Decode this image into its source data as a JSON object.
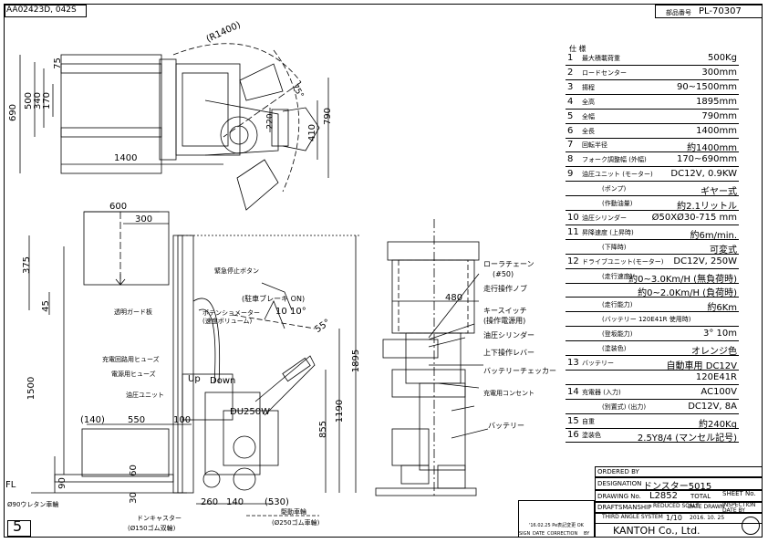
{
  "header": {
    "doc_id": "AA02423D, 042S",
    "part_no_label": "部品番号",
    "part_no": "PL-70307"
  },
  "sheet_marker": "5",
  "dims": {
    "r1400": "(R1400)",
    "d690": "690",
    "d500": "500",
    "d340": "340",
    "d170": "170",
    "d75": "75",
    "d1400": "1400",
    "d220": "220",
    "d410": "410",
    "d790": "790",
    "a75": "75°",
    "d600": "600",
    "d300": "300",
    "d375": "375",
    "d45": "45",
    "d1500": "1500",
    "d140a": "(140)",
    "d550": "550",
    "d100": "100",
    "d60": "60",
    "d30": "30",
    "d90": "90",
    "d260": "260",
    "d140b": "140",
    "d530": "(530)",
    "d855": "855",
    "d1190": "1190",
    "d1895": "1895",
    "d480": "480",
    "a1010": "10",
    "a10": "10°",
    "a55": "55°",
    "fl": "FL"
  },
  "labels": {
    "emergency": "緊急停止ボタン",
    "brake": "(駐車ブレーキ ON)",
    "pot": "ポテンショメーター\n(速度ボリューム)",
    "guard": "透明ガード板",
    "charge_fuse": "充電回路用ヒューズ",
    "power_fuse": "電源用ヒューズ",
    "hyd_unit": "油圧ユニット",
    "up": "Up",
    "down": "Down",
    "model": "DU250W",
    "wheel90": "Ø90ウレタン車輪",
    "caster": "ドンキャスター",
    "caster2": "(Ø150ゴム双輪)",
    "drive": "駆動車輪",
    "drive2": "(Ø250ゴム車輪)",
    "roller": "ローラチェーン",
    "roller2": "(#50)",
    "knob": "走行操作ノブ",
    "key": "キースイッチ",
    "key2": "(操作電源用)",
    "cyl": "油圧シリンダー",
    "lever": "上下操作レバー",
    "checker": "バッテリーチェッカー",
    "outlet": "充電用コンセント",
    "battery": "バッテリー"
  },
  "spec": {
    "title": "仕 様",
    "rows": [
      {
        "n": "1",
        "label": "最大積載荷重",
        "value": "500Kg"
      },
      {
        "n": "2",
        "label": "ロードセンター",
        "value": "300mm"
      },
      {
        "n": "3",
        "label": "揚程",
        "value": "90~1500mm"
      },
      {
        "n": "4",
        "label": "全高",
        "value": "1895mm"
      },
      {
        "n": "5",
        "label": "全幅",
        "value": "790mm"
      },
      {
        "n": "6",
        "label": "全長",
        "value": "1400mm"
      },
      {
        "n": "7",
        "label": "回転半径",
        "value": "約1400mm"
      },
      {
        "n": "8",
        "label": "フォーク調整幅 (外幅)",
        "value": "170~690mm"
      },
      {
        "n": "9",
        "label": "油圧ユニット (モーター)",
        "value": "DC12V, 0.9KW"
      },
      {
        "n": "",
        "label": "(ポンプ)",
        "value": "ギヤー式"
      },
      {
        "n": "",
        "label": "(作動油量)",
        "value": "約2.1リットル"
      },
      {
        "n": "10",
        "label": "油圧シリンダー",
        "value": "Ø50XØ30-715 mm"
      },
      {
        "n": "11",
        "label": "昇降速度 (上昇時)",
        "value": "約6m/min."
      },
      {
        "n": "",
        "label": "(下降時)",
        "value": "可変式"
      },
      {
        "n": "12",
        "label": "ドライブユニット(モーター)",
        "value": "DC12V, 250W"
      },
      {
        "n": "",
        "label": "(走行速度)",
        "value": "約0~3.0Km/H (無負荷時)"
      },
      {
        "n": "",
        "label": "",
        "value": "約0~2.0Km/H (負荷時)"
      },
      {
        "n": "",
        "label": "(走行能力)",
        "value": "約6Km"
      },
      {
        "n": "",
        "label": "(バッテリー 120E41R 使用時)",
        "value": ""
      },
      {
        "n": "",
        "label": "(登坂能力)",
        "value": "3° 10m"
      },
      {
        "n": "",
        "label": "(塗装色)",
        "value": "オレンジ色"
      },
      {
        "n": "13",
        "label": "バッテリー",
        "value": "自動車用 DC12V"
      },
      {
        "n": "",
        "label": "",
        "value": "120E41R"
      },
      {
        "n": "14",
        "label": "充電器 (入力)",
        "value": "AC100V"
      },
      {
        "n": "",
        "label": "(別置式) (出力)",
        "value": "DC12V, 8A"
      },
      {
        "n": "15",
        "label": "自重",
        "value": "約240Kg"
      },
      {
        "n": "16",
        "label": "塗装色",
        "value": "2.5Y8/4 (マンセル記号)"
      }
    ]
  },
  "titleblock": {
    "ordered_by": "ORDERED BY",
    "designation_label": "DESIGNATION",
    "designation": "ドンスター5015",
    "drawing_no_label": "DRAWING No.",
    "drawing_no": "L2852",
    "total": "TOTAL",
    "sheet": "SHEET No.",
    "draftsmanship": "DRAFTSMANSHIP",
    "reduced": "REDUCED SCALE",
    "date_drawn": "DATE DRAWN",
    "inspection": "INSPECTION DATE BY",
    "third_angle": "THIRD ANGLE SYSTEM",
    "scale": "1/10",
    "date": "2016. 10. 25",
    "company": "KANTOH Co., Ltd.",
    "rev_headers": [
      "SIGN",
      "DATE",
      "CORRECTION",
      "BY"
    ],
    "rev1": "'16.02.25 Pe表記変更 OK"
  }
}
